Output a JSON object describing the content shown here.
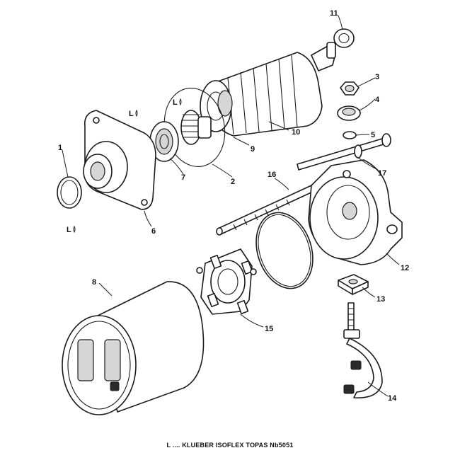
{
  "callouts": {
    "c1": "1",
    "c2": "2",
    "c3": "3",
    "c4": "4",
    "c5": "5",
    "c6": "6",
    "c7": "7",
    "c8": "8",
    "c9": "9",
    "c10": "10",
    "c11": "11",
    "c12": "12",
    "c13": "13",
    "c14": "14",
    "c15": "15",
    "c16": "16",
    "c17": "17"
  },
  "lube_marks": {
    "mark1": "L",
    "mark2": "L",
    "mark3": "L"
  },
  "legend_note": "L .... KLUEBER ISOFLEX TOPAS Nb5051"
}
